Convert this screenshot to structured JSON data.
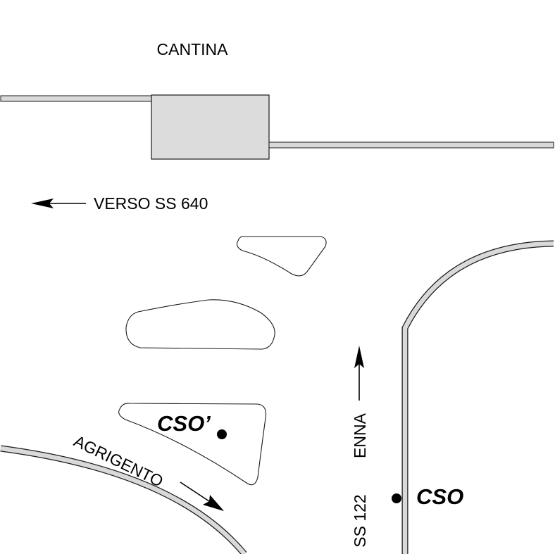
{
  "labels": {
    "cantina": "CANTINA",
    "verso": "VERSO SS 640",
    "agrigento": "AGRIGENTO",
    "enna": "ENNA",
    "ss122": "SS 122",
    "cso_prime": "CSO’",
    "cso": "CSO"
  },
  "colors": {
    "road_fill": "#d9d9d9",
    "building_fill": "#dcdcdc",
    "stroke": "#1a1a1a",
    "ink": "#000000"
  },
  "icons": [
    "arrow-left-icon",
    "arrow-up-icon",
    "arrow-down-right-icon",
    "point-marker-icon"
  ]
}
